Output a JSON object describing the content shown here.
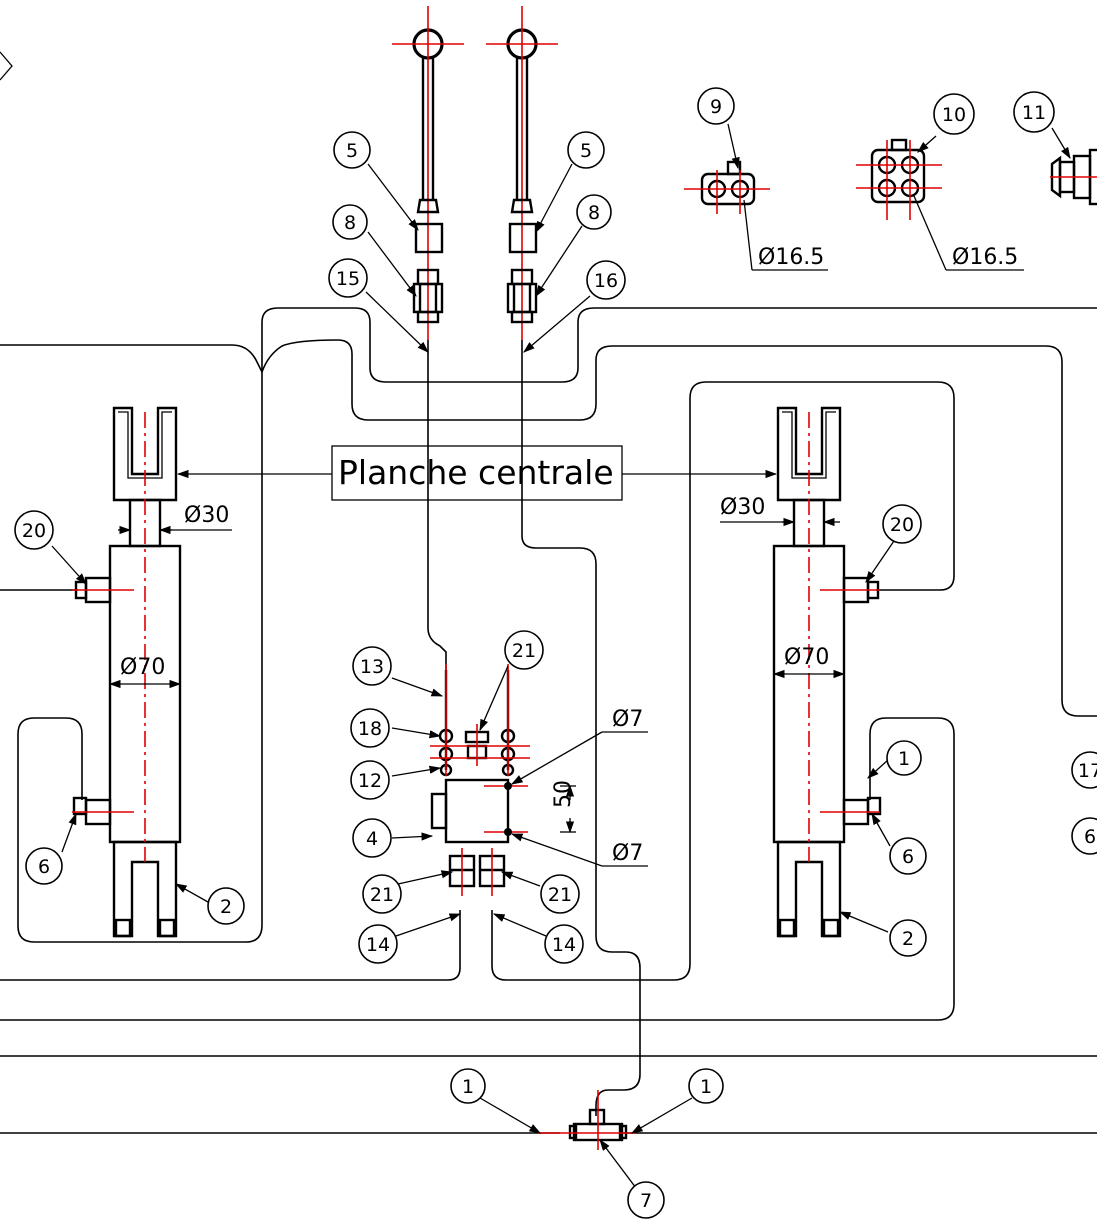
{
  "title_box": {
    "label": "Planche centrale"
  },
  "dimensions": {
    "rod_dia_left": "Ø30",
    "rod_dia_right": "Ø30",
    "body_dia_left": "Ø70",
    "body_dia_right": "Ø70",
    "block_port_top": "Ø7",
    "block_port_bottom": "Ø7",
    "block_height": "50",
    "fitting_9_dia": "Ø16.5",
    "fitting_10_dia": "Ø16.5"
  },
  "balloons": [
    {
      "id": "b5-left",
      "label": "5"
    },
    {
      "id": "b5-right",
      "label": "5"
    },
    {
      "id": "b8-left",
      "label": "8"
    },
    {
      "id": "b8-right",
      "label": "8"
    },
    {
      "id": "b15",
      "label": "15"
    },
    {
      "id": "b16",
      "label": "16"
    },
    {
      "id": "b9",
      "label": "9"
    },
    {
      "id": "b10",
      "label": "10"
    },
    {
      "id": "b11",
      "label": "11"
    },
    {
      "id": "b20-left",
      "label": "20"
    },
    {
      "id": "b20-right",
      "label": "20"
    },
    {
      "id": "b13",
      "label": "13"
    },
    {
      "id": "b21-top",
      "label": "21"
    },
    {
      "id": "b18",
      "label": "18"
    },
    {
      "id": "b12",
      "label": "12"
    },
    {
      "id": "b4",
      "label": "4"
    },
    {
      "id": "b21-bl",
      "label": "21"
    },
    {
      "id": "b21-br",
      "label": "21"
    },
    {
      "id": "b14-left",
      "label": "14"
    },
    {
      "id": "b14-right",
      "label": "14"
    },
    {
      "id": "b6-left",
      "label": "6"
    },
    {
      "id": "b6-right",
      "label": "6"
    },
    {
      "id": "b2-left",
      "label": "2"
    },
    {
      "id": "b2-right",
      "label": "2"
    },
    {
      "id": "b1-right-cyl",
      "label": "1"
    },
    {
      "id": "b17-edge",
      "label": "17"
    },
    {
      "id": "b6-edge",
      "label": "6"
    },
    {
      "id": "b1-tee-left",
      "label": "1"
    },
    {
      "id": "b1-tee-right",
      "label": "1"
    },
    {
      "id": "b7",
      "label": "7"
    }
  ],
  "colors": {
    "centerline": "#e00000",
    "outline": "#000000",
    "background": "#ffffff"
  }
}
